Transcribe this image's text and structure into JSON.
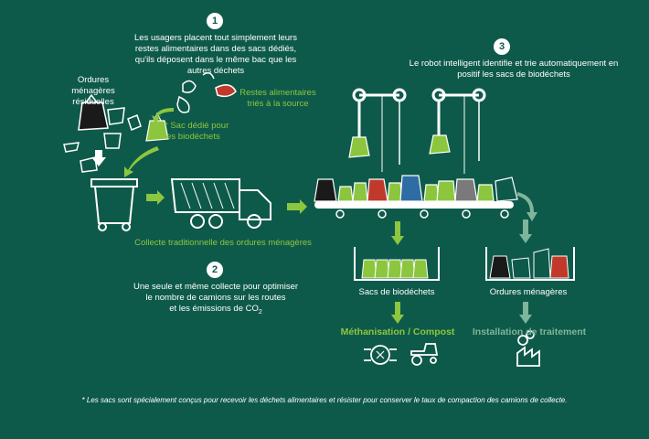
{
  "steps": {
    "step1": {
      "number": "1",
      "text": "Les usagers placent tout simplement leurs restes alimentaires dans des sacs dédiés, qu'ils déposent dans le même bac que les autres déchets"
    },
    "step2": {
      "number": "2",
      "text_line1": "Une seule et même collecte pour optimiser",
      "text_line2": "le nombre de camions sur les routes",
      "text_line3_prefix": "et les émissions de CO",
      "text_line3_sub": "2"
    },
    "step3": {
      "number": "3",
      "text": "Le robot intelligent identifie et trie automatiquement en positif les sacs de biodéchets"
    }
  },
  "labels": {
    "residual": "Ordures ménagères résiduelles",
    "food_scraps": "Restes alimentaires triés à la source",
    "dedicated_bag": "* Sac dédié pour les biodéchets",
    "traditional_collection": "Collecte traditionnelle des ordures ménagères",
    "biowaste_bags": "Sacs de biodéchets",
    "household_waste": "Ordures ménagères",
    "methanisation": "Méthanisation / Compost",
    "treatment": "Installation de traitement"
  },
  "footnote": "* Les sacs sont spécialement conçus pour recevoir les déchets alimentaires et résister pour conserver le taux de compaction des camions de collecte.",
  "colors": {
    "background": "#0e5a4a",
    "accent_green": "#8cc63f",
    "muted_green": "#7fb59a",
    "white": "#ffffff"
  }
}
